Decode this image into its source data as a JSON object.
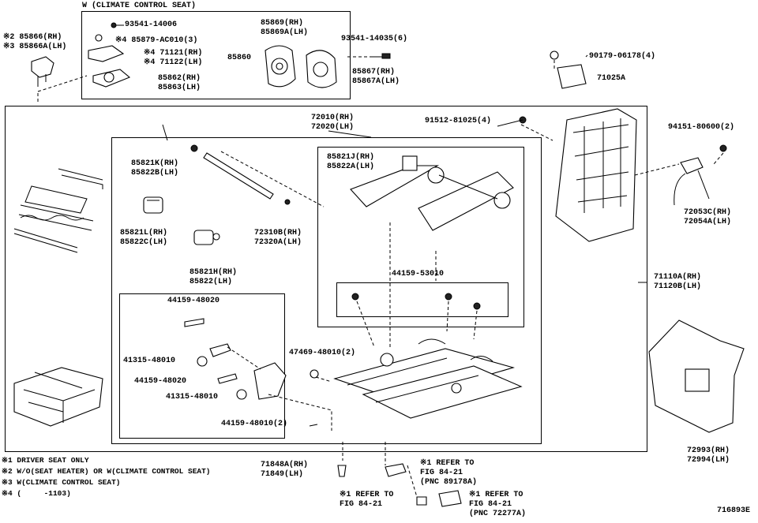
{
  "top_box_title": "W (CLIMATE CONTROL SEAT)",
  "labels": {
    "p85866": "※2 85866(RH)\n※3 85866A(LH)",
    "p93541_14006": "93541-14006",
    "p85879": "※4 85879-AC010(3)",
    "p71121": "※4 71121(RH)\n※4 71122(LH)",
    "p85860": "85860",
    "p85862": "85862(RH)\n85863(LH)",
    "p85869": "85869(RH)\n85869A(LH)",
    "p93541_14035": "93541-14035(6)",
    "p85867": "85867(RH)\n85867A(LH)",
    "p90179": "90179-06178(4)",
    "p71025A": "71025A",
    "p72010": "72010(RH)\n72020(LH)",
    "p91512": "91512-81025(4)",
    "p94151": "94151-80600(2)",
    "p85821K": "85821K(RH)\n85822B(LH)",
    "p85821J": "85821J(RH)\n85822A(LH)",
    "p72053C": "72053C(RH)\n72054A(LH)",
    "p85821L": "85821L(RH)\n85822C(LH)",
    "p72310B": "72310B(RH)\n72320A(LH)",
    "p85821H": "85821H(RH)\n85822(LH)",
    "p44159_53010": "44159-53010",
    "p71110A": "71110A(RH)\n71120B(LH)",
    "p44159_48020a": "44159-48020",
    "p41315_48010a": "41315-48010",
    "p47469": "47469-48010(2)",
    "p44159_48020b": "44159-48020",
    "p41315_48010b": "41315-48010",
    "p44159_48010": "44159-48010(2)",
    "p71848A": "71848A(RH)\n71849(LH)",
    "p72993": "72993(RH)\n72994(LH)",
    "ref1": "※1 REFER TO\nFIG 84-21\n(PNC 89178A)",
    "ref2": "※1 REFER TO\nFIG 84-21",
    "ref3": "※1 REFER TO\nFIG 84-21\n(PNC 72277A)",
    "diagram_id": "716893E"
  },
  "notes": [
    "※1 DRIVER SEAT ONLY",
    "※2 W/O(SEAT HEATER) OR W(CLIMATE CONTROL SEAT)",
    "※3 W(CLIMATE CONTROL SEAT)",
    "※4 (     -1103)"
  ]
}
